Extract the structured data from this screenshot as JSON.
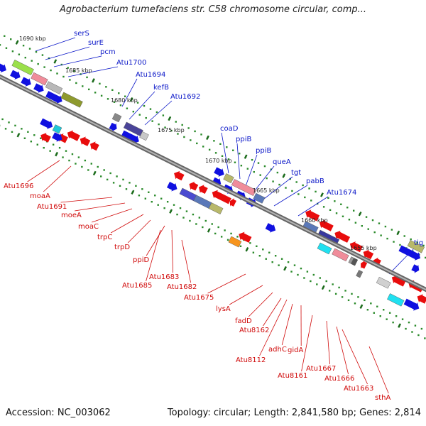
{
  "title": "Agrobacterium tumefaciens str. C58 chromosome circular, comp...",
  "footer": {
    "accession": "Accession: NC_003062",
    "stats": "Topology: circular; Length: 2,841,580 bp; Genes: 2,814"
  },
  "map": {
    "kbp_labels": [
      "1690 kbp",
      "1685 kbp",
      "1680 kbp",
      "1675 kbp",
      "1670 kbp",
      "1665 kbp",
      "1660 kbp",
      "1655 kbp"
    ],
    "forward_genes": [
      "serS",
      "surE",
      "pcm",
      "Atu1700",
      "Atu1694",
      "kefB",
      "Atu1692",
      "coaD",
      "ppiB",
      "ppiB",
      "queA",
      "tgt",
      "pabB",
      "Atu1674",
      "tig"
    ],
    "reverse_genes": [
      "Atu1696",
      "moaA",
      "Atu1691",
      "moeA",
      "moaC",
      "trpC",
      "trpD",
      "ppiD",
      "Atu1683",
      "Atu1685",
      "Atu1682",
      "Atu1675",
      "lysA",
      "fadD",
      "Atu8162",
      "adhC",
      "gidA",
      "Atu8112",
      "Atu8161",
      "Atu1667",
      "Atu1666",
      "Atu1663",
      "sthA"
    ],
    "colors": {
      "forward_label": "#0a16c8",
      "reverse_label": "#d00a0a",
      "forward_arrow": "#1010e0",
      "reverse_arrow": "#e80c0c",
      "backbone": "#808080"
    }
  }
}
